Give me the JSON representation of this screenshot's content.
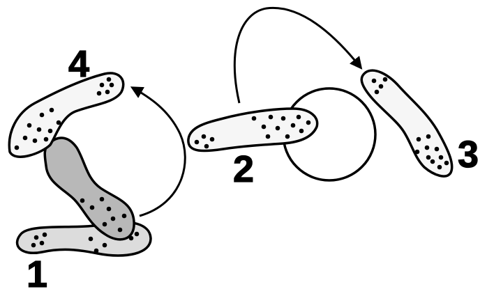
{
  "colors": {
    "stroke": "#000000",
    "background": "#ffffff",
    "dot": "#000000",
    "fill_white_speckled": "#f6f6f6",
    "fill_light_gray": "#dcdcdc",
    "fill_mid_gray": "#b8b8b8"
  },
  "labels": {
    "stage_1": "1",
    "stage_2": "2",
    "stage_3": "3",
    "stage_4": "4"
  },
  "arrows": [
    {
      "from": "2",
      "to": "3"
    },
    {
      "from": "1",
      "to": "4"
    }
  ]
}
